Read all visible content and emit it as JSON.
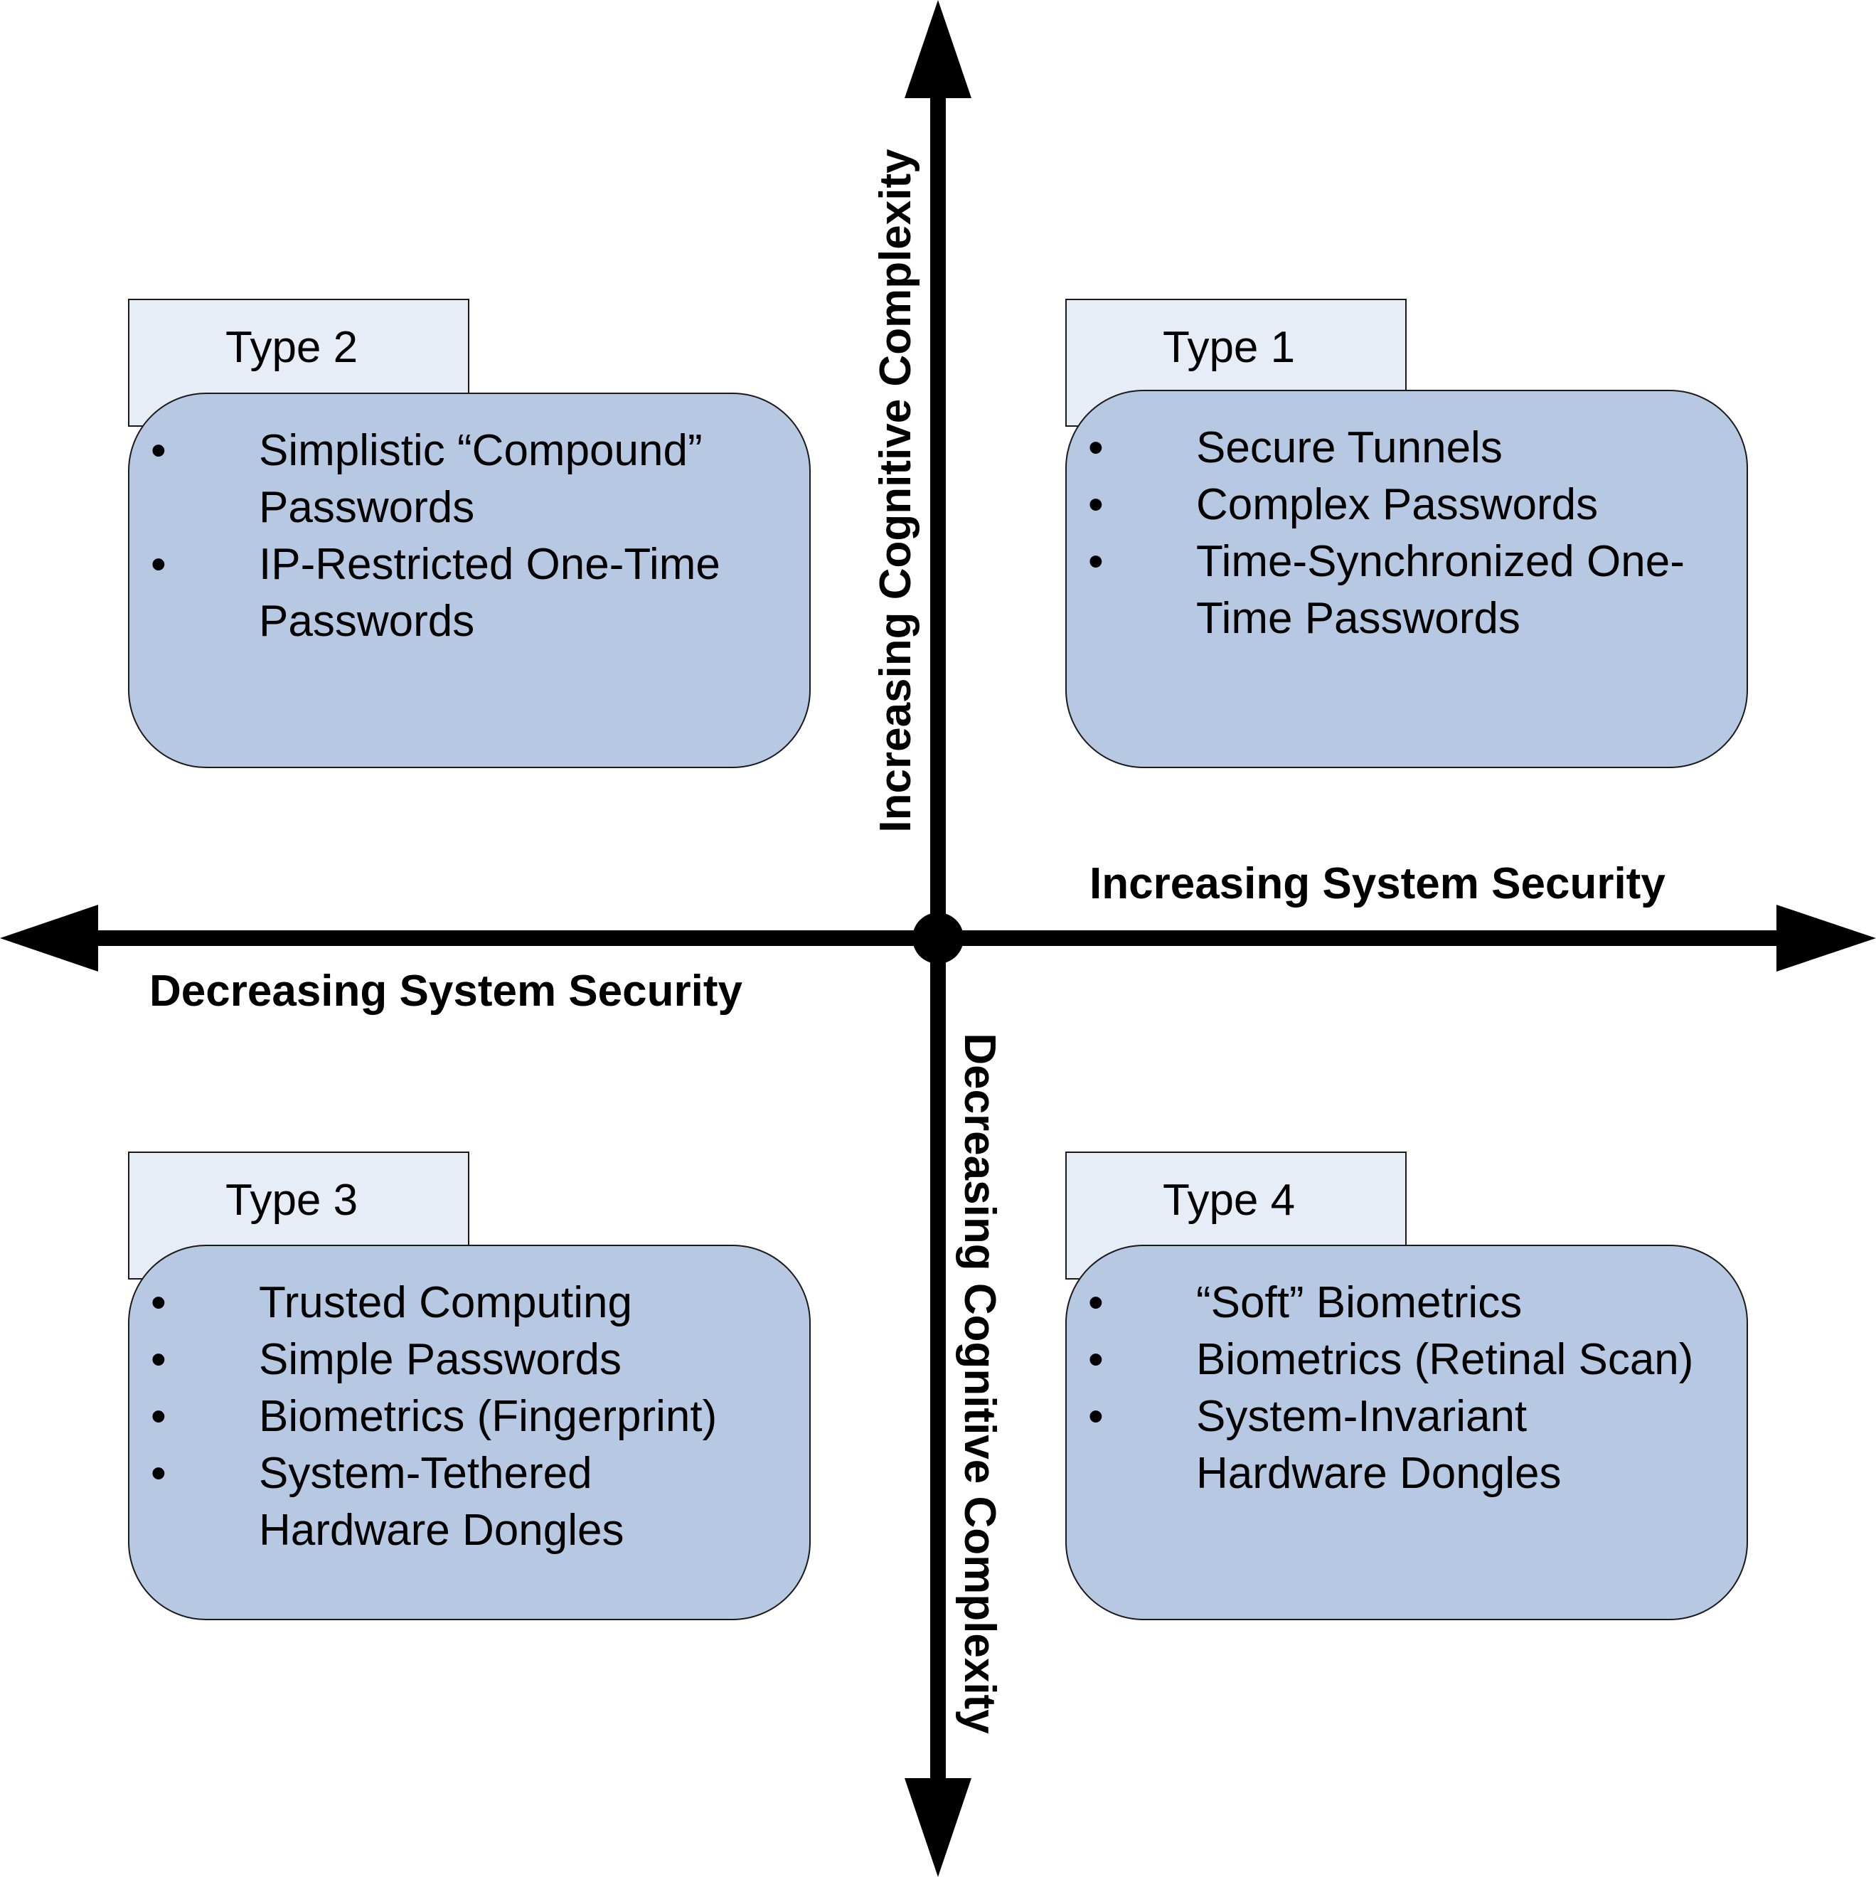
{
  "axes": {
    "up": "Increasing Cognitive Complexity",
    "down": "Decreasing Cognitive Complexity",
    "right": "Increasing System Security",
    "left": "Decreasing System Security"
  },
  "quadrants": {
    "top_left": {
      "type": "Type 2",
      "items": [
        "Simplistic “Compound” Passwords",
        "IP-Restricted One-Time Passwords"
      ]
    },
    "top_right": {
      "type": "Type 1",
      "items": [
        "Secure Tunnels",
        "Complex Passwords",
        "Time-Synchronized One-Time Passwords"
      ]
    },
    "bottom_left": {
      "type": "Type 3",
      "items": [
        "Trusted Computing",
        "Simple Passwords",
        "Biometrics (Fingerprint)",
        "System-Tethered Hardware Dongles"
      ]
    },
    "bottom_right": {
      "type": "Type 4",
      "items": [
        "“Soft” Biometrics",
        "Biometrics (Retinal Scan)",
        "System-Invariant Hardware Dongles"
      ]
    }
  },
  "colors": {
    "card": "#b7c9e2",
    "tab": "#e6edf7",
    "axis": "#000000"
  }
}
